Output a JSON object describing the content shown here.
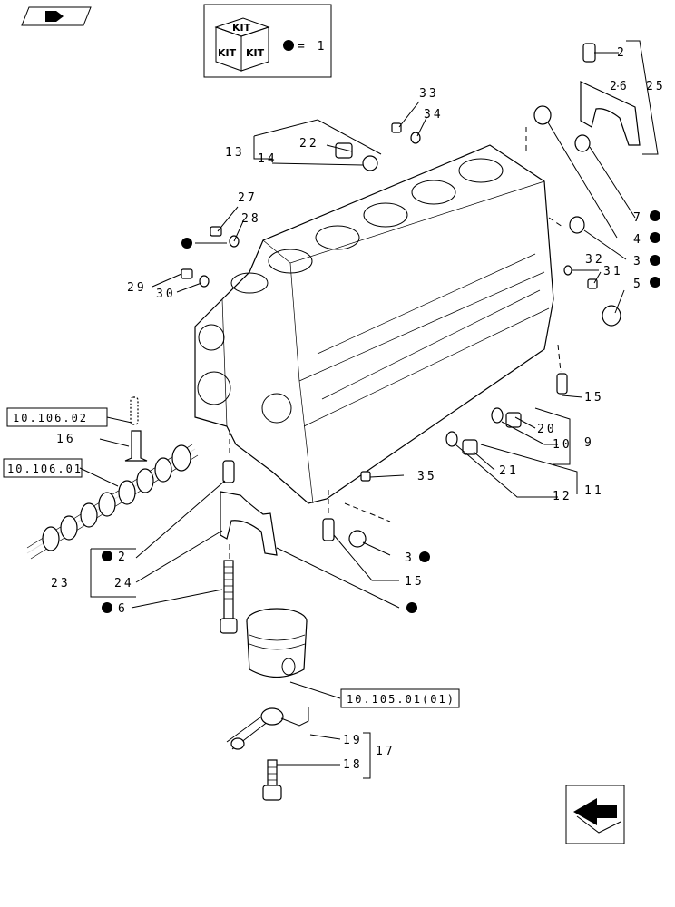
{
  "kit_box": {
    "kit_word": "KIT",
    "legend": "= 1"
  },
  "refs": {
    "r1": "10.106.02",
    "r2": "10.106.01",
    "r3": "10.105.01(01)"
  },
  "labels": {
    "l2a": "2",
    "l26": "26",
    "l25": "25",
    "l33": "33",
    "l34": "34",
    "l13": "13",
    "l22": "22",
    "l14": "14",
    "l27": "27",
    "l28": "28",
    "l29": "29",
    "l30": "30",
    "l7": "7",
    "l4": "4",
    "l3a": "3",
    "l5": "5",
    "l32": "32",
    "l31": "31",
    "l15a": "15",
    "l20": "20",
    "l10": "10",
    "l9": "9",
    "l21": "21",
    "l12": "12",
    "l11": "11",
    "l16": "16",
    "l35": "35",
    "l2b": "2",
    "l24": "24",
    "l23": "23",
    "l3b": "3",
    "l15b": "15",
    "l6": "6",
    "l19": "19",
    "l18": "18",
    "l17": "17"
  }
}
